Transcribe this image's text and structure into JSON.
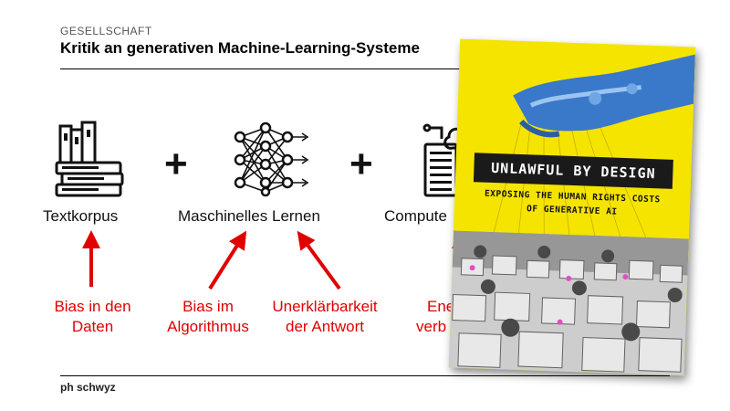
{
  "header": {
    "kicker": "GESELLSCHAFT",
    "title": "Kritik an generativen Machine-Learning-Systeme"
  },
  "components": [
    {
      "label": "Textkorpus",
      "icon": "books-icon"
    },
    {
      "label": "Maschinelles Lernen",
      "icon": "neural-network-icon"
    },
    {
      "label": "Compute",
      "icon": "server-cloud-icon"
    }
  ],
  "plus_sign": "+",
  "critiques": [
    {
      "line1": "Bias in den",
      "line2": "Daten"
    },
    {
      "line1": "Bias im",
      "line2": "Algorithmus"
    },
    {
      "line1": "Unerklärbarkeit",
      "line2": "der Antwort"
    },
    {
      "line1": "Ene",
      "line2": "verb"
    }
  ],
  "book_cover": {
    "title": "UNLAWFUL BY DESIGN",
    "subtitle_line1": "EXPOSING THE HUMAN RIGHTS COSTS",
    "subtitle_line2": "OF GENERATIVE AI"
  },
  "footer": {
    "brand": "ph schwyz"
  },
  "colors": {
    "accent_red": "#e00000",
    "cover_yellow": "#f4e400"
  }
}
